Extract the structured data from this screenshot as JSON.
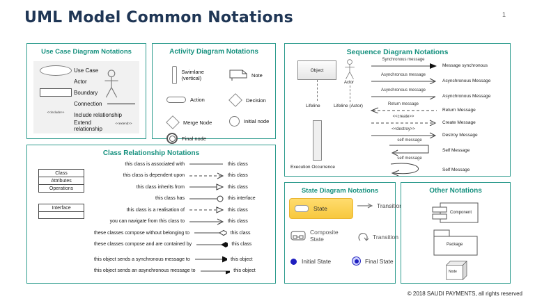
{
  "page": {
    "title": "UML Model Common Notations",
    "page_number": "1",
    "footer": "© 2018 SAUDI PAYMENTS, all rights reserved"
  },
  "colors": {
    "accent_teal": "#2d9b8d",
    "heading_teal": "#17917f",
    "title_navy": "#1f3655",
    "state_highlight": "#f9cc45",
    "state_blue": "#1f1fbf"
  },
  "use_case": {
    "title": "Use Case Diagram Notations",
    "items": {
      "use_case": "Use Case",
      "actor": "Actor",
      "boundary": "Boundary",
      "connection": "Connection",
      "include": "Include relationship",
      "include_stereotype": "<<include>>",
      "extend": "Extend relationship",
      "extend_stereotype": "<<extend>>"
    }
  },
  "activity": {
    "title": "Activity Diagram Notations",
    "items": {
      "swimlane": "Swimlane (vertical)",
      "note": "Note",
      "action": "Action",
      "decision": "Decision",
      "merge": "Merge Node",
      "initial": "Initial node",
      "final": "Final node"
    }
  },
  "sequence": {
    "title": "Sequence Diagram Notations",
    "left": {
      "object": "Object",
      "lifeline": "Lifeline",
      "actor": "Actor",
      "lifeline_actor": "Lifeline (Actor)",
      "execution": "Execution Occurrence"
    },
    "messages": [
      {
        "line_label": "Synchronous message",
        "name": "Message synchronous"
      },
      {
        "line_label": "Asynchronous message",
        "name": "Asynchronous Message"
      },
      {
        "line_label": "Asynchronous message",
        "name": "Asynchronous Message"
      },
      {
        "line_label": "Return message",
        "name": "Return Message"
      },
      {
        "line_label": "<<create>>",
        "name": "Create Message"
      },
      {
        "line_label": "<<destroy>>",
        "name": "Destroy Message"
      },
      {
        "line_label": "self message",
        "name": "Self Message"
      },
      {
        "line_label": "self message",
        "name": "Self Message"
      }
    ]
  },
  "class_rel": {
    "title": "Class Relationship Notations",
    "class_box": [
      "Class",
      "Attributes",
      "Operations"
    ],
    "interface_box": "Interface",
    "rows": [
      {
        "left": "this class is associated with",
        "right": "this class"
      },
      {
        "left": "this class is dependent upon",
        "right": "this class"
      },
      {
        "left": "this class inherits from",
        "right": "this class"
      },
      {
        "left": "this class has",
        "right": "this interface"
      },
      {
        "left": "this class is a realisation of",
        "right": "this class"
      },
      {
        "left": "you can navigate from this class to",
        "right": "this class"
      },
      {
        "left": "these classes compose without belonging to",
        "right": "this class"
      },
      {
        "left": "these classes compose and are contained by",
        "right": "this class"
      },
      {
        "left": "this object sends a synchronous message to",
        "right": "this object"
      },
      {
        "left": "this object sends an asynchronous message to",
        "right": "this object"
      }
    ]
  },
  "state": {
    "title": "State Diagram Notations",
    "items": {
      "state": "State",
      "transition": "Transition",
      "composite": "Composite State",
      "self_transition": "Transition",
      "initial": "Initial State",
      "final": "Final State"
    }
  },
  "other": {
    "title": "Other Notations",
    "items": {
      "component": "Component",
      "package": "Package",
      "node": "Node"
    }
  }
}
